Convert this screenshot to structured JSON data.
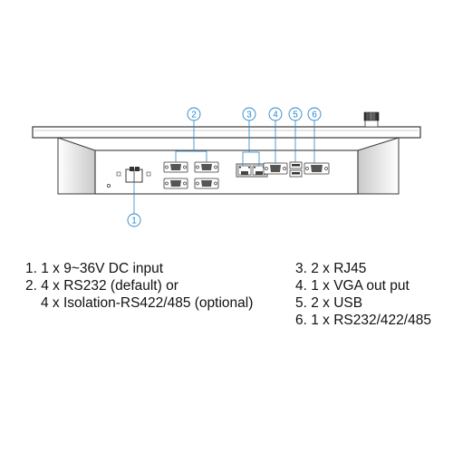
{
  "callouts": {
    "c1": "1",
    "c2": "2",
    "c3": "3",
    "c4": "4",
    "c5": "5",
    "c6": "6"
  },
  "legend": {
    "left": [
      "1. 1 x 9~36V DC input",
      "2. 4 x RS232 (default) or",
      "4 x Isolation-RS422/485 (optional)"
    ],
    "right": [
      "3. 2 x RJ45",
      "4. 1 x VGA out put",
      "5. 2 x USB",
      "6. 1 x RS232/422/485"
    ]
  },
  "colors": {
    "callout": "#2a86c8",
    "outline": "#3a3a3a",
    "text": "#111111"
  }
}
